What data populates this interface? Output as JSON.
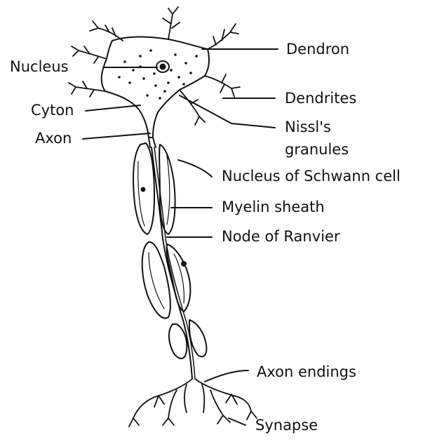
{
  "labels": {
    "nucleus": "Nucleus",
    "cyton": "Cyton",
    "axon": "Axon",
    "dendron": "Dendron",
    "dendrites": "Dendrites",
    "nissls_granules_line1": "Nissl's",
    "nissls_granules_line2": "granules",
    "nucleus_of_schwann_cell": "Nucleus of Schwann cell",
    "myelin_sheath": "Myelin sheath",
    "node_of_ranvier": "Node of Ranvier",
    "axon_endings": "Axon endings",
    "synapse": "Synapse"
  },
  "colors": {
    "ink": "#111111",
    "background": "#ffffff"
  }
}
